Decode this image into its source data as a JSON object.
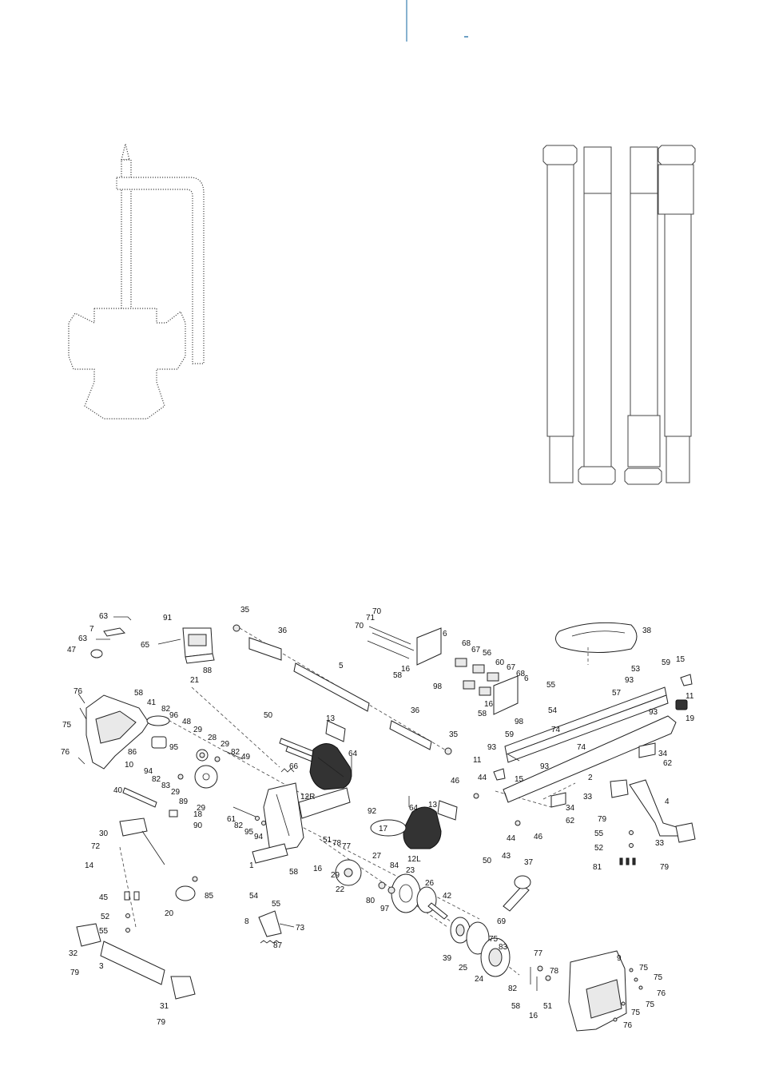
{
  "tools": {
    "wrench_icon": "allen-key-and-spanner",
    "tubes_icon": "hex-socket-tubes"
  },
  "callouts": [
    {
      "id": "c63a",
      "text": "63"
    },
    {
      "id": "c91",
      "text": "91"
    },
    {
      "id": "c35a",
      "text": "35"
    },
    {
      "id": "c70a",
      "text": "70"
    },
    {
      "id": "c71",
      "text": "71"
    },
    {
      "id": "c70b",
      "text": "70"
    },
    {
      "id": "c7",
      "text": "7"
    },
    {
      "id": "c63b",
      "text": "63"
    },
    {
      "id": "c47",
      "text": "47"
    },
    {
      "id": "c65",
      "text": "65"
    },
    {
      "id": "c36a",
      "text": "36"
    },
    {
      "id": "c6a",
      "text": "6"
    },
    {
      "id": "c38",
      "text": "38"
    },
    {
      "id": "c68a",
      "text": "68"
    },
    {
      "id": "c56",
      "text": "56"
    },
    {
      "id": "c67a",
      "text": "67"
    },
    {
      "id": "c60",
      "text": "60"
    },
    {
      "id": "c67b",
      "text": "67"
    },
    {
      "id": "c68b",
      "text": "68"
    },
    {
      "id": "c6b",
      "text": "6"
    },
    {
      "id": "c5",
      "text": "5"
    },
    {
      "id": "c16a",
      "text": "16"
    },
    {
      "id": "c58a",
      "text": "58"
    },
    {
      "id": "c98a",
      "text": "98"
    },
    {
      "id": "c88",
      "text": "88"
    },
    {
      "id": "c21",
      "text": "21"
    },
    {
      "id": "c53",
      "text": "53"
    },
    {
      "id": "c59a",
      "text": "59"
    },
    {
      "id": "c15a",
      "text": "15"
    },
    {
      "id": "c93a",
      "text": "93"
    },
    {
      "id": "c11a",
      "text": "11"
    },
    {
      "id": "c57",
      "text": "57"
    },
    {
      "id": "c93b",
      "text": "93"
    },
    {
      "id": "c19",
      "text": "19"
    },
    {
      "id": "c55a",
      "text": "55"
    },
    {
      "id": "c54",
      "text": "54"
    },
    {
      "id": "c16b",
      "text": "16"
    },
    {
      "id": "c58b",
      "text": "58"
    },
    {
      "id": "c98b",
      "text": "98"
    },
    {
      "id": "c76a",
      "text": "76"
    },
    {
      "id": "c58c",
      "text": "58"
    },
    {
      "id": "c41",
      "text": "41"
    },
    {
      "id": "c82a",
      "text": "82"
    },
    {
      "id": "c96",
      "text": "96"
    },
    {
      "id": "c48",
      "text": "48"
    },
    {
      "id": "c75a",
      "text": "75"
    },
    {
      "id": "c29a",
      "text": "29"
    },
    {
      "id": "c28",
      "text": "28"
    },
    {
      "id": "c86",
      "text": "86"
    },
    {
      "id": "c95a",
      "text": "95"
    },
    {
      "id": "c29b",
      "text": "29"
    },
    {
      "id": "c82b",
      "text": "82"
    },
    {
      "id": "c49",
      "text": "49"
    },
    {
      "id": "c76b",
      "text": "76"
    },
    {
      "id": "c10",
      "text": "10"
    },
    {
      "id": "c94a",
      "text": "94"
    },
    {
      "id": "c82c",
      "text": "82"
    },
    {
      "id": "c83a",
      "text": "83"
    },
    {
      "id": "c29c",
      "text": "29"
    },
    {
      "id": "c89",
      "text": "89"
    },
    {
      "id": "c29d",
      "text": "29"
    },
    {
      "id": "c50a",
      "text": "50"
    },
    {
      "id": "c13a",
      "text": "13"
    },
    {
      "id": "c36b",
      "text": "36"
    },
    {
      "id": "c35b",
      "text": "35"
    },
    {
      "id": "c74a",
      "text": "74"
    },
    {
      "id": "c59b",
      "text": "59"
    },
    {
      "id": "c93c",
      "text": "93"
    },
    {
      "id": "c74b",
      "text": "74"
    },
    {
      "id": "c34a",
      "text": "34"
    },
    {
      "id": "c62a",
      "text": "62"
    },
    {
      "id": "c93d",
      "text": "93"
    },
    {
      "id": "c66",
      "text": "66"
    },
    {
      "id": "c64a",
      "text": "64"
    },
    {
      "id": "c11b",
      "text": "11"
    },
    {
      "id": "c15b",
      "text": "15"
    },
    {
      "id": "c44a",
      "text": "44"
    },
    {
      "id": "c2",
      "text": "2"
    },
    {
      "id": "c40",
      "text": "40"
    },
    {
      "id": "c12r",
      "text": "12R"
    },
    {
      "id": "c64b",
      "text": "64"
    },
    {
      "id": "c13b",
      "text": "13"
    },
    {
      "id": "c46a",
      "text": "46"
    },
    {
      "id": "c34b",
      "text": "34"
    },
    {
      "id": "c62b",
      "text": "62"
    },
    {
      "id": "c33a",
      "text": "33"
    },
    {
      "id": "c4",
      "text": "4"
    },
    {
      "id": "c79a",
      "text": "79"
    },
    {
      "id": "c61",
      "text": "61"
    },
    {
      "id": "c82d",
      "text": "82"
    },
    {
      "id": "c95b",
      "text": "95"
    },
    {
      "id": "c94b",
      "text": "94"
    },
    {
      "id": "c92",
      "text": "92"
    },
    {
      "id": "c17",
      "text": "17"
    },
    {
      "id": "c30",
      "text": "30"
    },
    {
      "id": "c18",
      "text": "18"
    },
    {
      "id": "c90",
      "text": "90"
    },
    {
      "id": "c72",
      "text": "72"
    },
    {
      "id": "c14",
      "text": "14"
    },
    {
      "id": "c1",
      "text": "1"
    },
    {
      "id": "c51a",
      "text": "51"
    },
    {
      "id": "c78a",
      "text": "78"
    },
    {
      "id": "c77a",
      "text": "77"
    },
    {
      "id": "c12l",
      "text": "12L"
    },
    {
      "id": "c50b",
      "text": "50"
    },
    {
      "id": "c44b",
      "text": "44"
    },
    {
      "id": "c46b",
      "text": "46"
    },
    {
      "id": "c55b",
      "text": "55"
    },
    {
      "id": "c52a",
      "text": "52"
    },
    {
      "id": "c33b",
      "text": "33"
    },
    {
      "id": "c81",
      "text": "81"
    },
    {
      "id": "c79b",
      "text": "79"
    },
    {
      "id": "c58d",
      "text": "58"
    },
    {
      "id": "c16c",
      "text": "16"
    },
    {
      "id": "c29e",
      "text": "29"
    },
    {
      "id": "c27",
      "text": "27"
    },
    {
      "id": "c84",
      "text": "84"
    },
    {
      "id": "c23",
      "text": "23"
    },
    {
      "id": "c22",
      "text": "22"
    },
    {
      "id": "c43",
      "text": "43"
    },
    {
      "id": "c37",
      "text": "37"
    },
    {
      "id": "c45",
      "text": "45"
    },
    {
      "id": "c85",
      "text": "85"
    },
    {
      "id": "c20",
      "text": "20"
    },
    {
      "id": "c80",
      "text": "80"
    },
    {
      "id": "c97",
      "text": "97"
    },
    {
      "id": "c26",
      "text": "26"
    },
    {
      "id": "c42",
      "text": "42"
    },
    {
      "id": "c52b",
      "text": "52"
    },
    {
      "id": "c54b",
      "text": "54"
    },
    {
      "id": "c55c",
      "text": "55"
    },
    {
      "id": "c8",
      "text": "8"
    },
    {
      "id": "c73",
      "text": "73"
    },
    {
      "id": "c55d",
      "text": "55"
    },
    {
      "id": "c69",
      "text": "69"
    },
    {
      "id": "c32",
      "text": "32"
    },
    {
      "id": "c39",
      "text": "39"
    },
    {
      "id": "c87",
      "text": "87"
    },
    {
      "id": "c9",
      "text": "9"
    },
    {
      "id": "c75b",
      "text": "75"
    },
    {
      "id": "c83b",
      "text": "83"
    },
    {
      "id": "c75c",
      "text": "75"
    },
    {
      "id": "c75d",
      "text": "75"
    },
    {
      "id": "c79c",
      "text": "79"
    },
    {
      "id": "c3",
      "text": "3"
    },
    {
      "id": "c25",
      "text": "25"
    },
    {
      "id": "c24",
      "text": "24"
    },
    {
      "id": "c77b",
      "text": "77"
    },
    {
      "id": "c76c",
      "text": "76"
    },
    {
      "id": "c82e",
      "text": "82"
    },
    {
      "id": "c78b",
      "text": "78"
    },
    {
      "id": "c75e",
      "text": "75"
    },
    {
      "id": "c31",
      "text": "31"
    },
    {
      "id": "c58e",
      "text": "58"
    },
    {
      "id": "c51b",
      "text": "51"
    },
    {
      "id": "c75f",
      "text": "75"
    },
    {
      "id": "c16d",
      "text": "16"
    },
    {
      "id": "c79d",
      "text": "79"
    },
    {
      "id": "c76d",
      "text": "76"
    }
  ]
}
